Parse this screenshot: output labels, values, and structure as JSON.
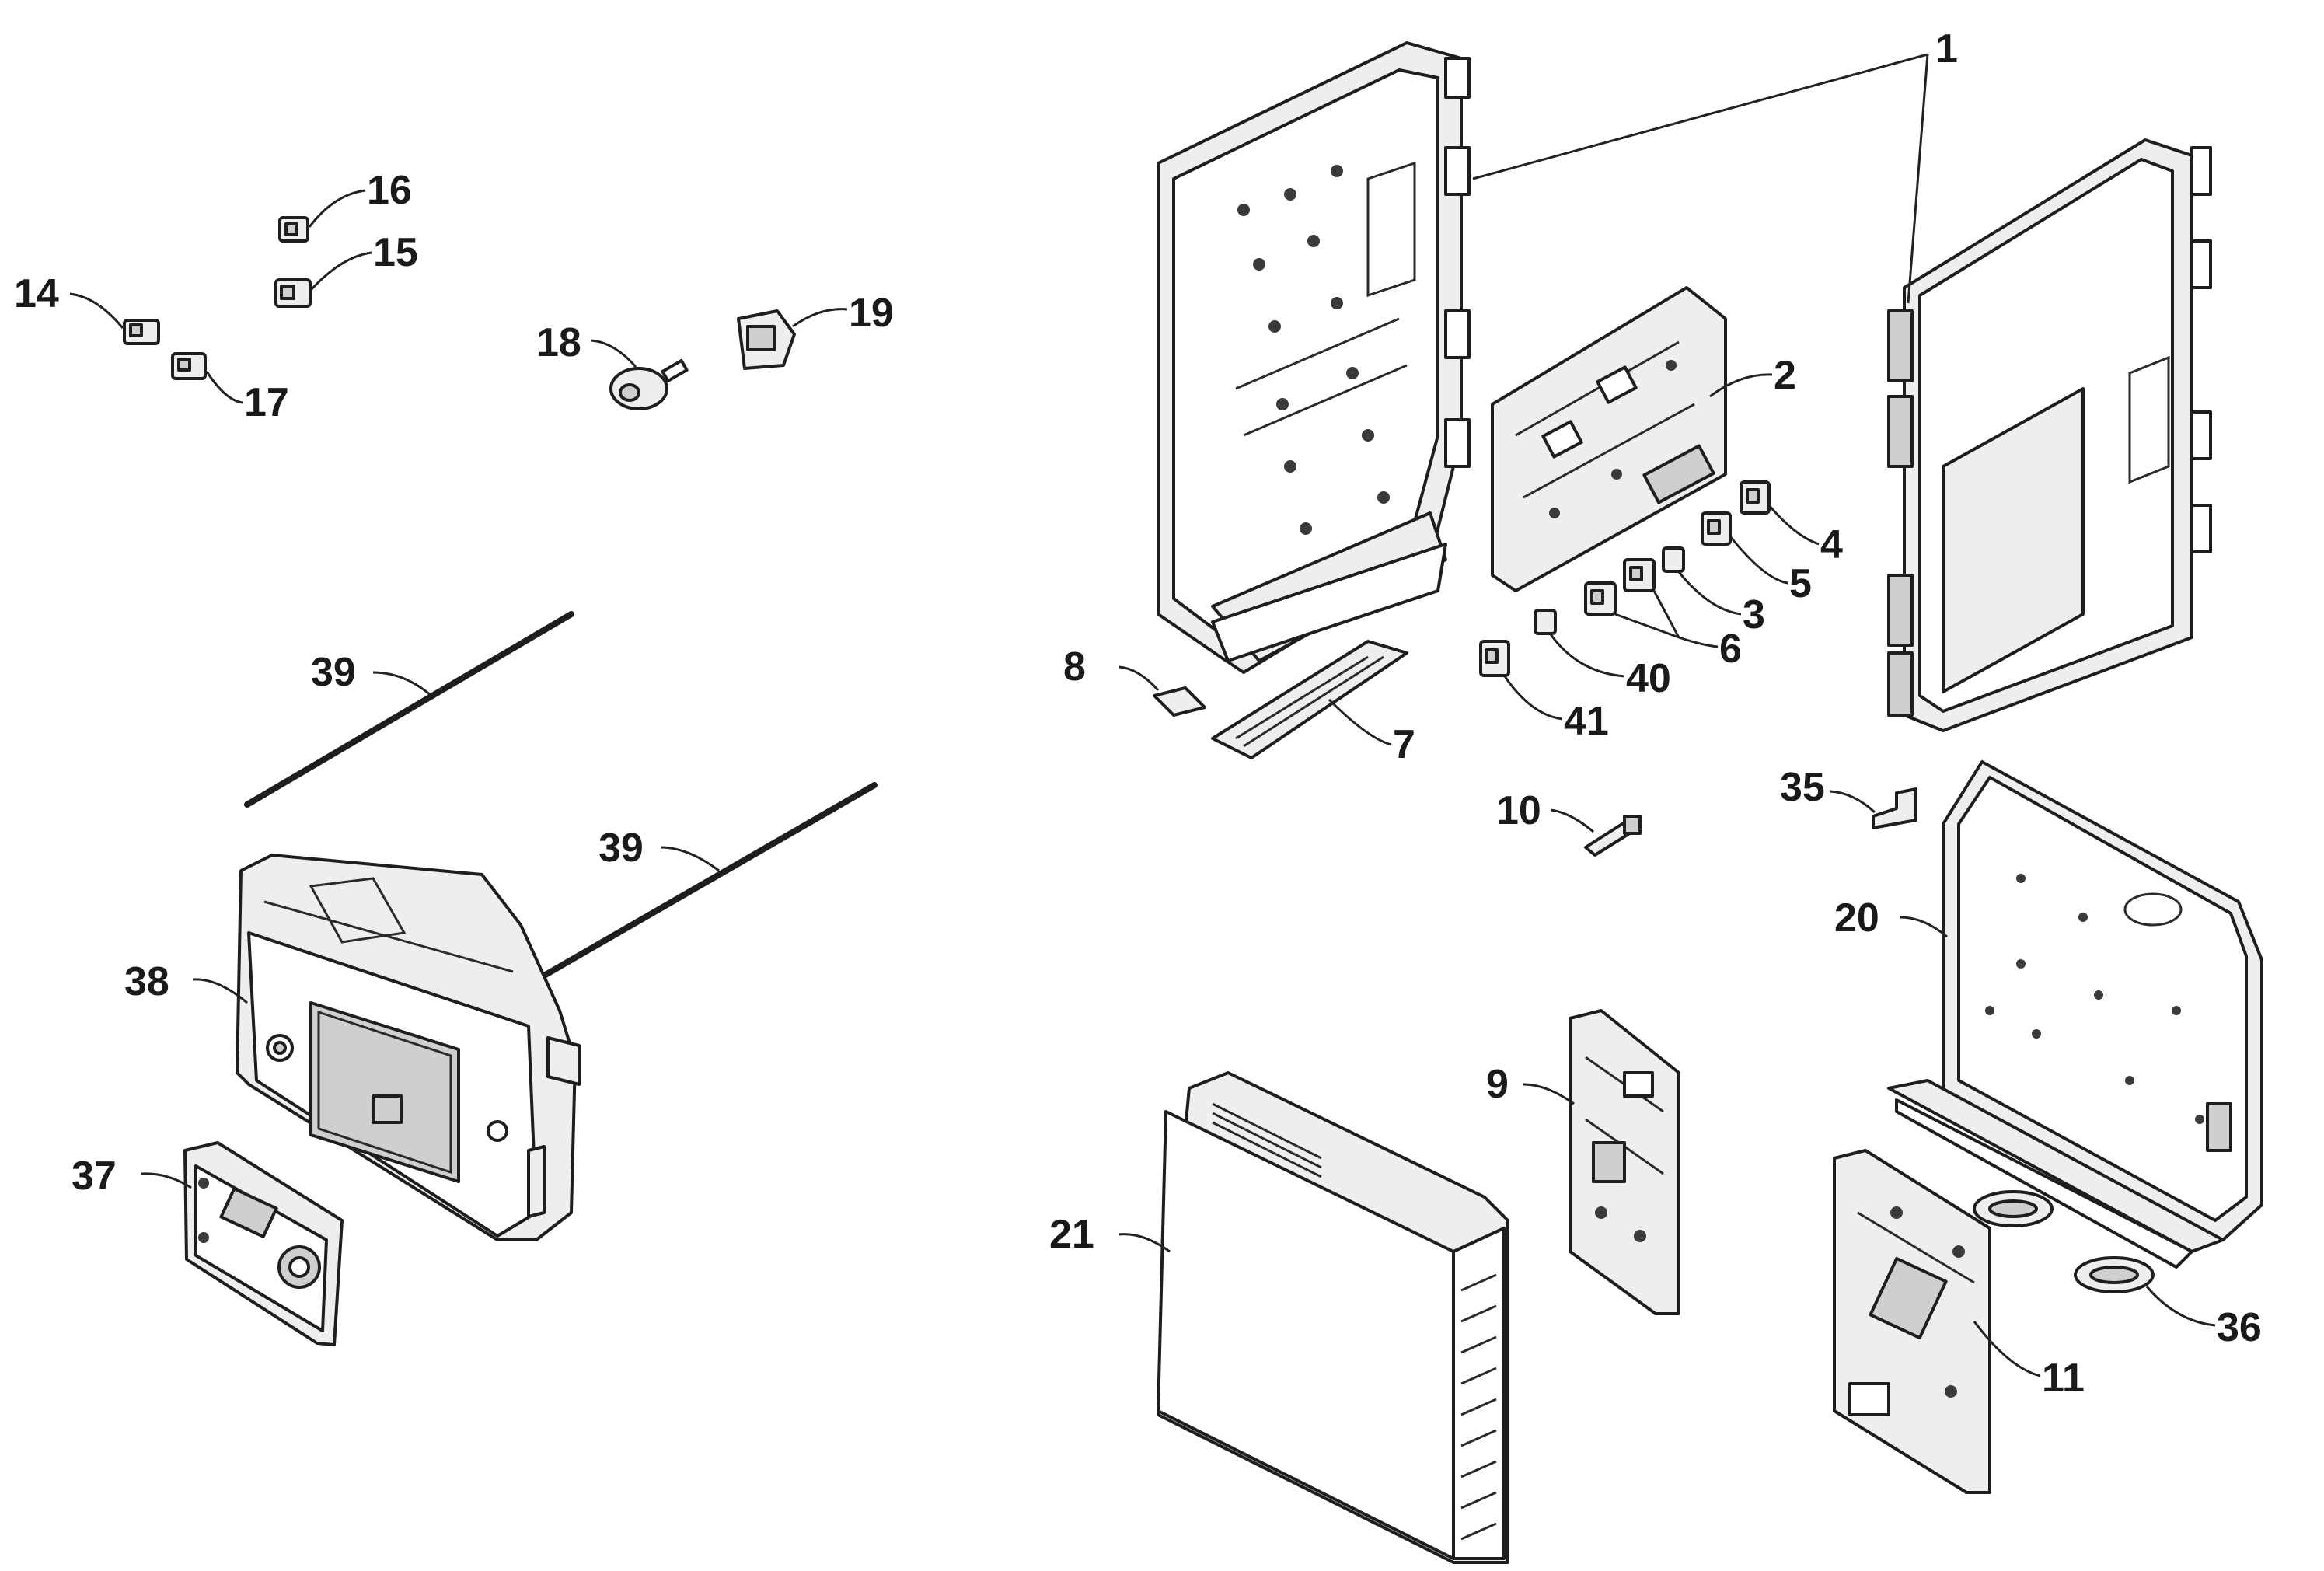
{
  "callouts": {
    "c1": "1",
    "c2": "2",
    "c3": "3",
    "c4": "4",
    "c5": "5",
    "c6": "6",
    "c7": "7",
    "c8": "8",
    "c9": "9",
    "c10": "10",
    "c11": "11",
    "c14": "14",
    "c15": "15",
    "c16": "16",
    "c17": "17",
    "c18": "18",
    "c19": "19",
    "c20": "20",
    "c21": "21",
    "c35": "35",
    "c36": "36",
    "c37": "37",
    "c38": "38",
    "c39a": "39",
    "c39b": "39",
    "c40": "40",
    "c41": "41"
  },
  "colors": {
    "line": "#1e1e1e",
    "background": "#ffffff"
  }
}
